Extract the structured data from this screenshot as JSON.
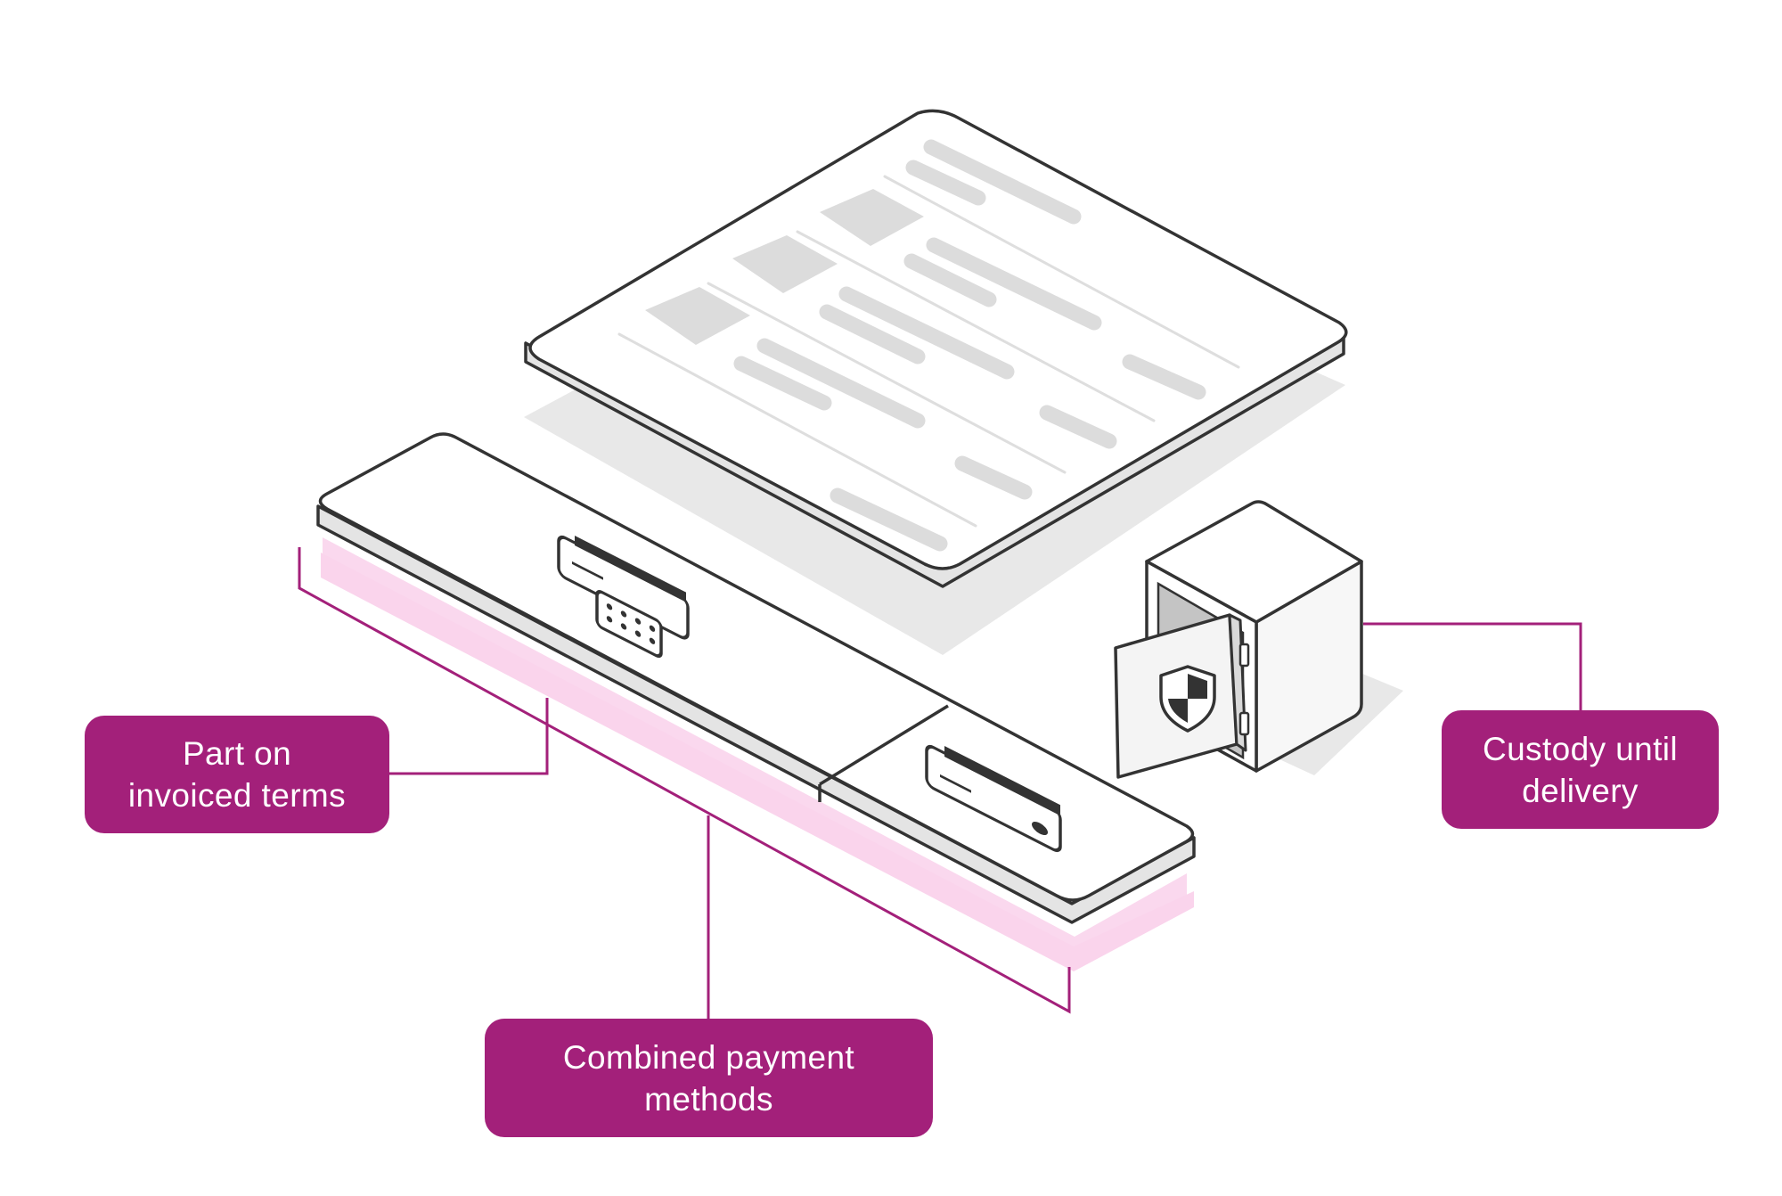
{
  "colors": {
    "accent": "#A3207A",
    "highlight": "#FAD4EC",
    "outline": "#333333",
    "placeholder": "#DCDCDC",
    "shadow": "#E8E8E8"
  },
  "icons": {
    "document": "invoice-document-icon",
    "card_calendar": "credit-card-with-calendar-icon",
    "card": "credit-card-icon",
    "safe": "open-safe-icon",
    "shield": "shield-icon"
  },
  "labels": {
    "invoiced_terms": [
      "Part on",
      "invoiced terms"
    ],
    "combined_payment": [
      "Combined payment",
      "methods"
    ],
    "custody": [
      "Custody until",
      "delivery"
    ]
  }
}
